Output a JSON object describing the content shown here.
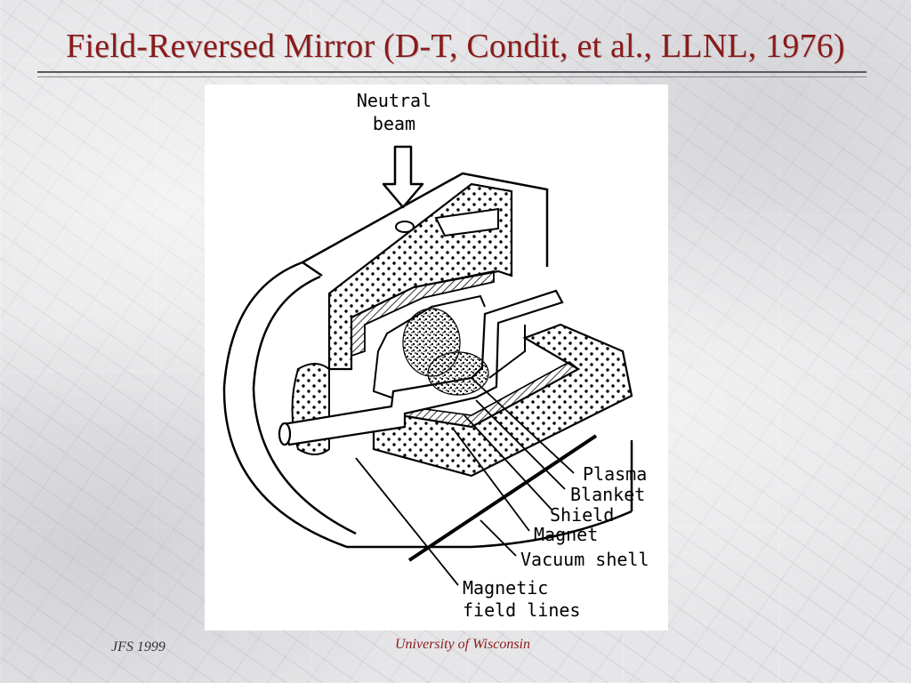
{
  "slide": {
    "title": "Field-Reversed Mirror (D-T, Condit, et al., LLNL, 1976)",
    "footer_left": "JFS 1999",
    "footer_center": "University of Wisconsin"
  },
  "diagram": {
    "labels": {
      "neutral_beam_line1": "Neutral",
      "neutral_beam_line2": "beam",
      "plasma": "Plasma",
      "blanket": "Blanket",
      "shield": "Shield",
      "magnet": "Magnet",
      "vacuum_shell": "Vacuum shell",
      "magnetic_line1": "Magnetic",
      "magnetic_line2": "field lines"
    }
  },
  "colors": {
    "title": "#8b1a1a",
    "footer_center": "#8b1a1a",
    "footer_left": "#333333",
    "figure_background": "#ffffff",
    "ink": "#000000"
  }
}
